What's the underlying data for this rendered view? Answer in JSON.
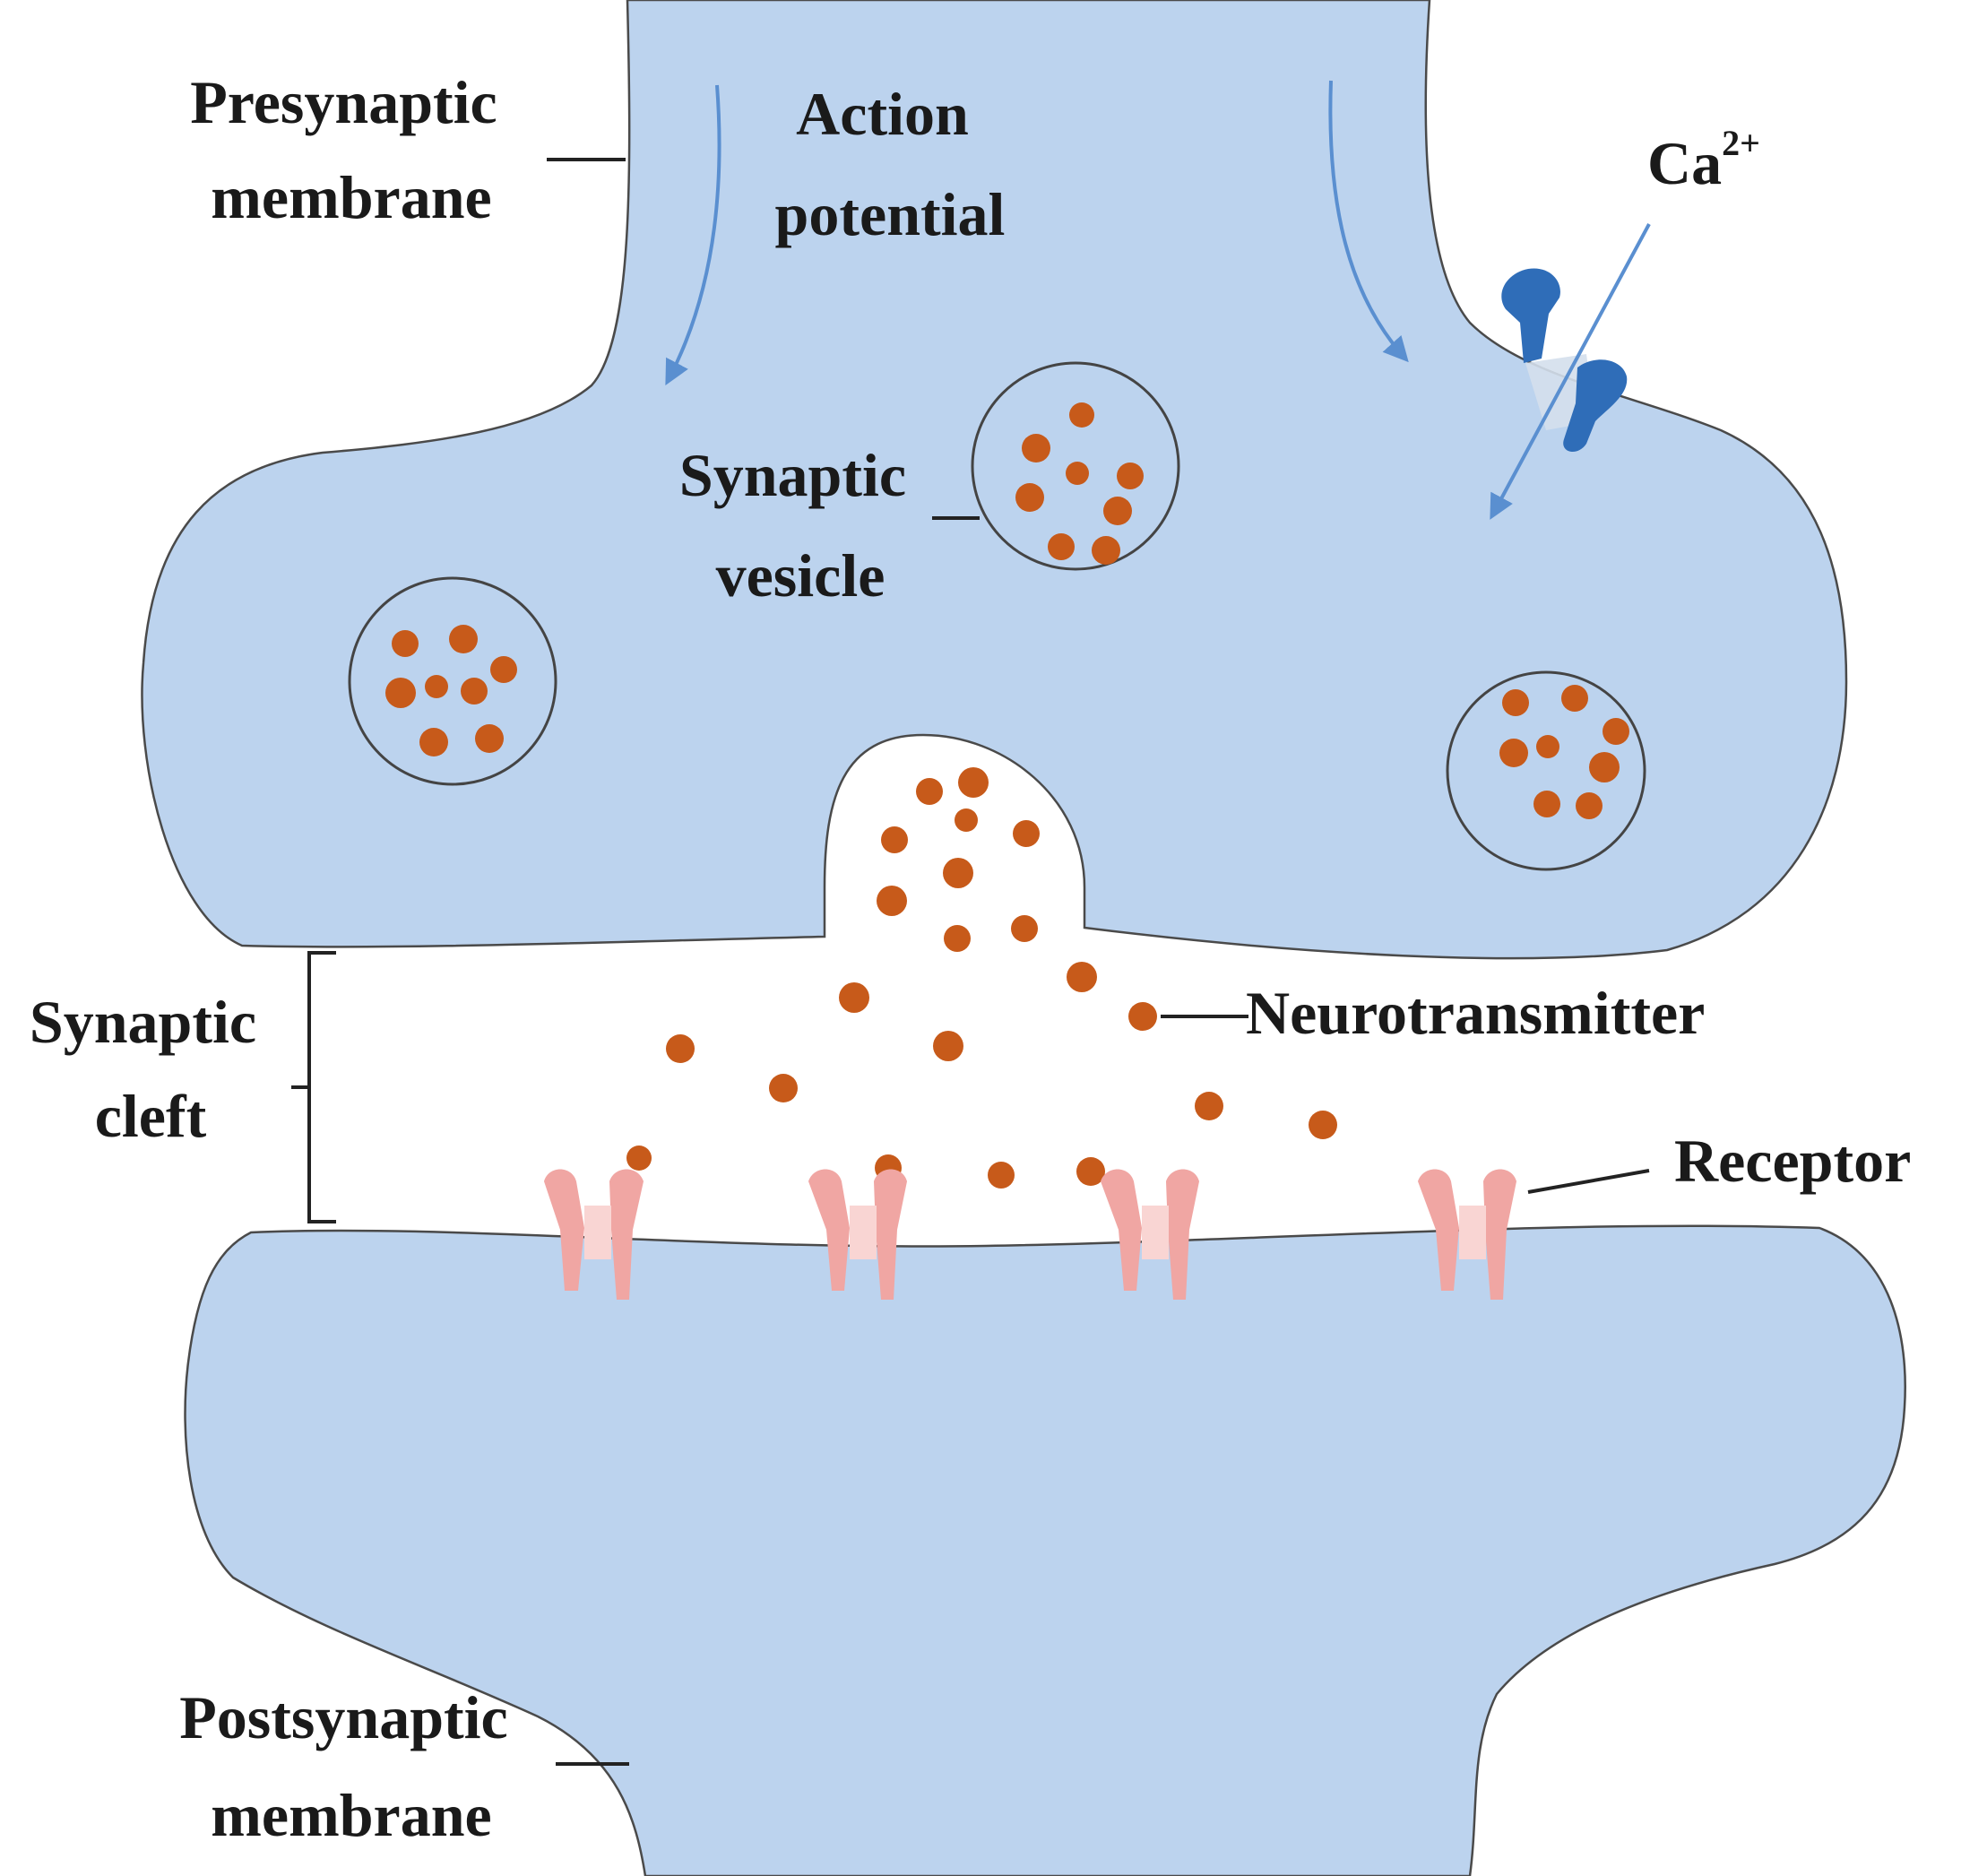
{
  "labels": {
    "presynaptic_line1": "Presynaptic",
    "presynaptic_line2": "membrane",
    "action_line1": "Action",
    "action_line2": "potential",
    "calcium_base": "Ca",
    "calcium_sup": "2+",
    "vesicle_line1": "Synaptic",
    "vesicle_line2": "vesicle",
    "cleft_line1": "Synaptic",
    "cleft_line2": "cleft",
    "neurotransmitter": "Neurotransmitter",
    "receptor": "Receptor",
    "postsynaptic_line1": "Postsynaptic",
    "postsynaptic_line2": "membrane"
  },
  "colors": {
    "membrane_fill": "#bcd3ee",
    "neurotransmitter": "#c75a1a",
    "receptor": "#f0a6a3",
    "calcium_channel": "#2f6db8",
    "signal_arrow": "#5a8fd0"
  }
}
